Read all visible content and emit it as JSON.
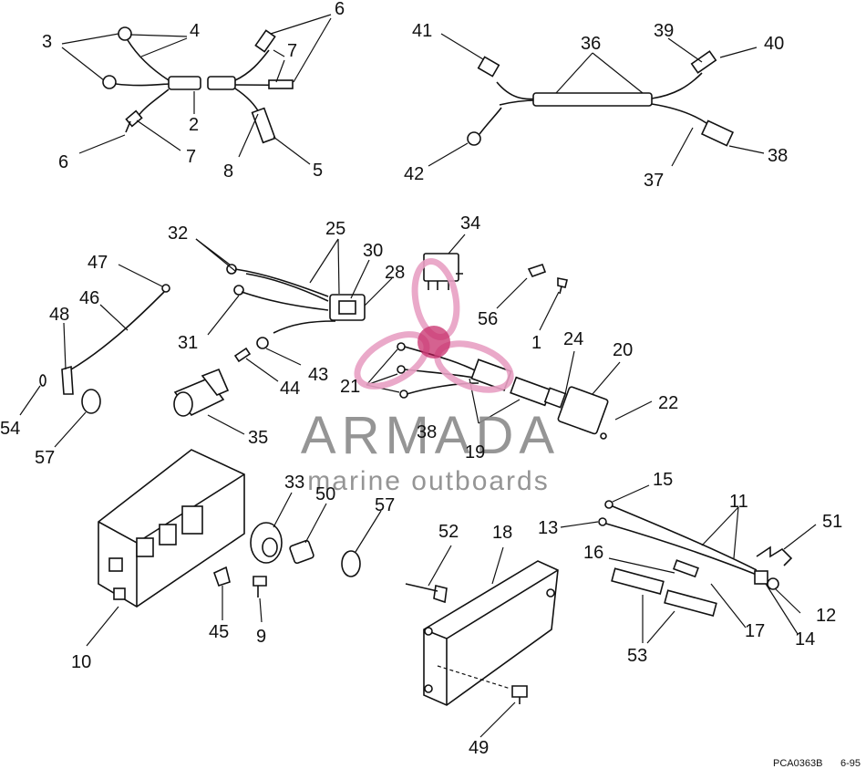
{
  "diagram": {
    "part_numbers": [
      "1",
      "2",
      "3",
      "4",
      "5",
      "6",
      "6",
      "7",
      "7",
      "8",
      "9",
      "10",
      "11",
      "12",
      "13",
      "14",
      "15",
      "16",
      "17",
      "18",
      "19",
      "20",
      "21",
      "22",
      "24",
      "25",
      "28",
      "30",
      "31",
      "32",
      "33",
      "34",
      "35",
      "36",
      "37",
      "38",
      "38",
      "39",
      "40",
      "41",
      "42",
      "43",
      "44",
      "45",
      "46",
      "47",
      "48",
      "49",
      "50",
      "51",
      "52",
      "53",
      "54",
      "56",
      "57",
      "57"
    ],
    "figure_code": "PCA0363B",
    "date_code": "6-95"
  },
  "watermark": {
    "brand": "ARMADA",
    "tagline": "marine outboards",
    "accent_color": "#e8a0c4",
    "dark_color": "#c2185b",
    "icon": "propeller-logo"
  }
}
